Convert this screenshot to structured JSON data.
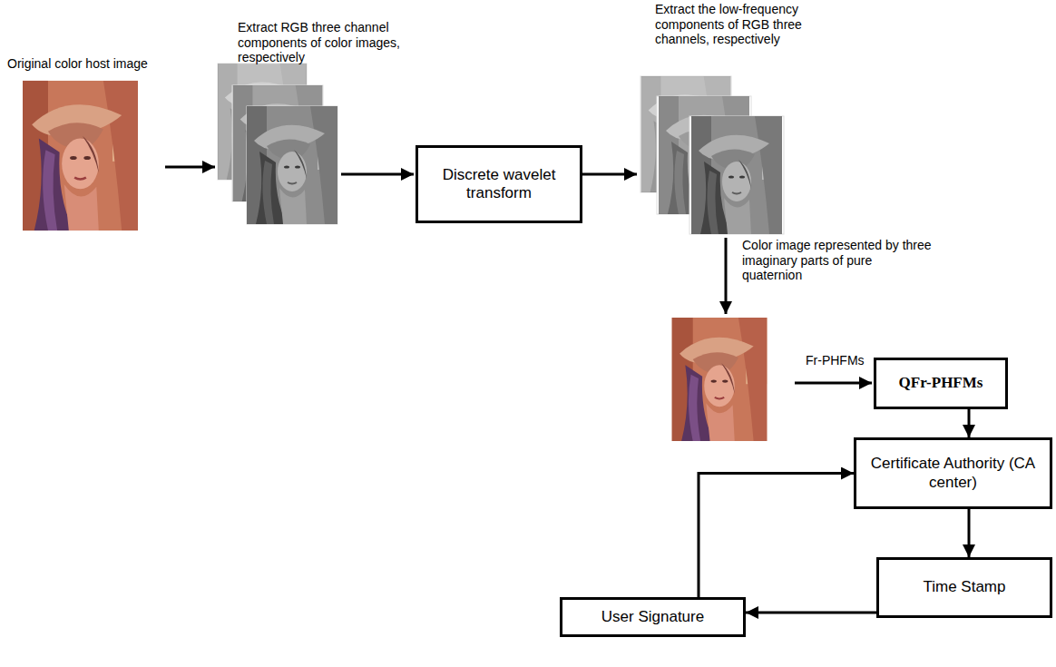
{
  "diagram": {
    "nodes": [
      {
        "text": [
          "Discrete wavelet transform"
        ]
      },
      {
        "text": [
          "QFr-PHFMs"
        ]
      },
      {
        "text": [
          "Certificate Authority (CA center)"
        ]
      },
      {
        "text": [
          "Time Stamp"
        ]
      },
      {
        "text": [
          "User Signature"
        ]
      }
    ],
    "edges": [
      {
        "from": 1,
        "to": 2,
        "arrow": "to"
      },
      {
        "from": 2,
        "to": 3,
        "arrow": "to"
      },
      {
        "from": 3,
        "to": 4,
        "arrow": "to"
      },
      {
        "from": 4,
        "to": 2,
        "arrow": "to"
      }
    ],
    "labels": [
      "Original color host image",
      "Extract RGB three channel components of color images, respectively",
      "Extract the low-frequency components of RGB three channels, respectively",
      "Color image represented by three imaginary parts of pure quaternion",
      "Fr-PHFMs"
    ]
  }
}
